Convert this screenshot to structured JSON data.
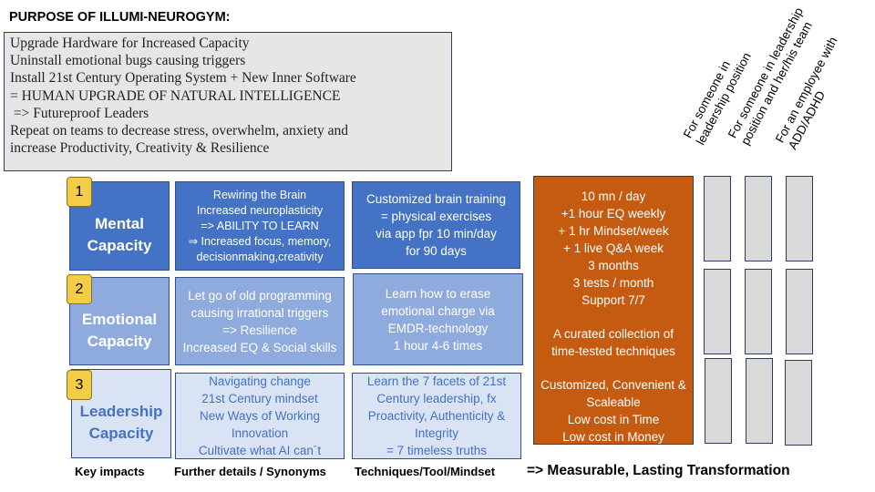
{
  "title": "PURPOSE OF ILLUMI-NEUROGYM:",
  "purpose_lines": [
    "Upgrade Hardware for Increased Capacity",
    "Uninstall emotional bugs causing triggers",
    "Install 21st Century Operating System + New Inner Software",
    "= HUMAN UPGRADE OF NATURAL INTELLIGENCE",
    " => Futureproof Leaders",
    "Repeat on teams to decrease stress, overwhelm, anxiety and",
    "increase Productivity, Creativity & Resilience"
  ],
  "rows": [
    {
      "badge": "1",
      "key": [
        "Mental",
        "Capacity"
      ],
      "details": [
        "Rewiring the Brain",
        "Increased neuroplasticity",
        "=>  ABILITY TO LEARN",
        "⇒  Increased focus, memory,",
        "decisionmaking,creativity"
      ],
      "techniques": [
        "Customized brain training",
        "= physical exercises",
        "via app fpr 10 min/day",
        "for 90 days"
      ]
    },
    {
      "badge": "2",
      "key": [
        "Emotional",
        "Capacity"
      ],
      "details": [
        "Let go of old programming",
        "causing irrational triggers",
        "=> Resilience",
        "Increased EQ & Social skills"
      ],
      "techniques": [
        "Learn how to erase",
        "emotional charge via",
        "EMDR-technology",
        "1 hour 4-6 times"
      ]
    },
    {
      "badge": "3",
      "key": [
        "Leadership",
        "Capacity"
      ],
      "details": [
        "Navigating change",
        "21st Century mindset",
        "New Ways of Working",
        "Innovation",
        "Cultivate what AI can´t"
      ],
      "techniques": [
        "Learn the 7 facets of 21st",
        "Century leadership, fx",
        "Proactivity, Authenticity &",
        "Integrity",
        "= 7 timeless truths"
      ]
    }
  ],
  "offer_lines": [
    "10 mn / day",
    "+1 hour EQ weekly",
    "+ 1 hr Mindset/week",
    "+ 1 live Q&A week",
    "3 months",
    "3 tests / month",
    "Support 7/7",
    "",
    "A curated collection of",
    "time-tested techniques",
    "",
    "Customized, Convenient &",
    "Scaleable",
    "Low cost in Time",
    "Low cost in Money"
  ],
  "audiences": [
    [
      "For someone in",
      "leadership position"
    ],
    [
      "For someone in leadership",
      "position and her/his team"
    ],
    [
      "For an employee with",
      "ADD/ADHD"
    ]
  ],
  "footer": {
    "key": "Key impacts",
    "details": "Further details / Synonyms",
    "techniques": "Techniques/Tool/Mindset",
    "outcome": "=> Measurable, Lasting Transformation"
  },
  "colors": {
    "dark_blue": "#4472c4",
    "mid_blue": "#8faadc",
    "light_blue": "#dae3f3",
    "orange": "#c55a11",
    "badge": "#f2cd45",
    "gray": "#d9d9d9"
  }
}
